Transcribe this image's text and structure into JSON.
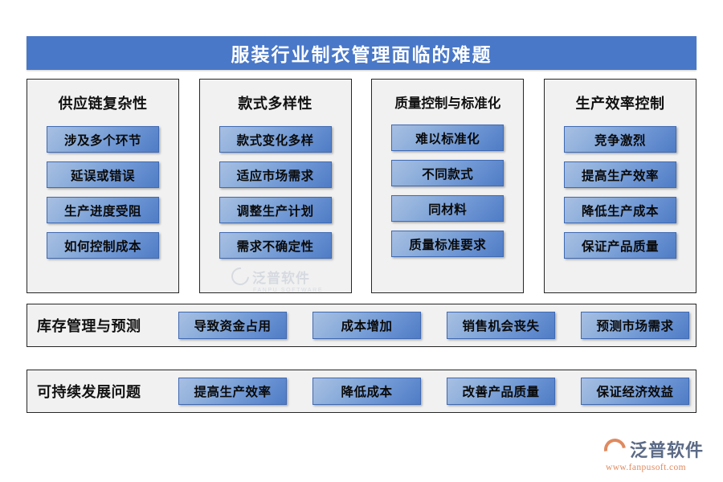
{
  "title": {
    "text": "服装行业制衣管理面临的难题"
  },
  "columns": [
    {
      "head": "供应链复杂性",
      "items": [
        "涉及多个环节",
        "延误或错误",
        "生产进度受阻",
        "如何控制成本"
      ]
    },
    {
      "head": "款式多样性",
      "items": [
        "款式变化多样",
        "适应市场需求",
        "调整生产计划",
        "需求不确定性"
      ]
    },
    {
      "head": "质量控制与标准化",
      "items": [
        "难以标准化",
        "不同款式",
        "同材料",
        "质量标准要求"
      ]
    },
    {
      "head": "生产效率控制",
      "items": [
        "竞争激烈",
        "提高生产效率",
        "降低生产成本",
        "保证产品质量"
      ]
    }
  ],
  "wide_rows": [
    {
      "head": "库存管理与预测",
      "items": [
        "导致资金占用",
        "成本增加",
        "销售机会丧失",
        "预测市场需求"
      ]
    },
    {
      "head": "可持续发展问题",
      "items": [
        "提高生产效率",
        "降低成本",
        "改善产品质量",
        "保证经济效益"
      ]
    }
  ],
  "watermark": {
    "cn": "泛普软件",
    "en": "FANPU SOFTWARE"
  },
  "logo": {
    "cn": "泛普软件",
    "url": "www.fanpusoft.com"
  },
  "colors": {
    "title_bar": "#4a78c8",
    "panel_bg": "#f1f1f1",
    "panel_border": "#262626",
    "button_light": "#a8bfe2",
    "button_dark": "#4f7cc6",
    "button_border": "#3f6ab4",
    "logo_accent": "#e08a5f",
    "logo_text": "#5b6a86"
  }
}
